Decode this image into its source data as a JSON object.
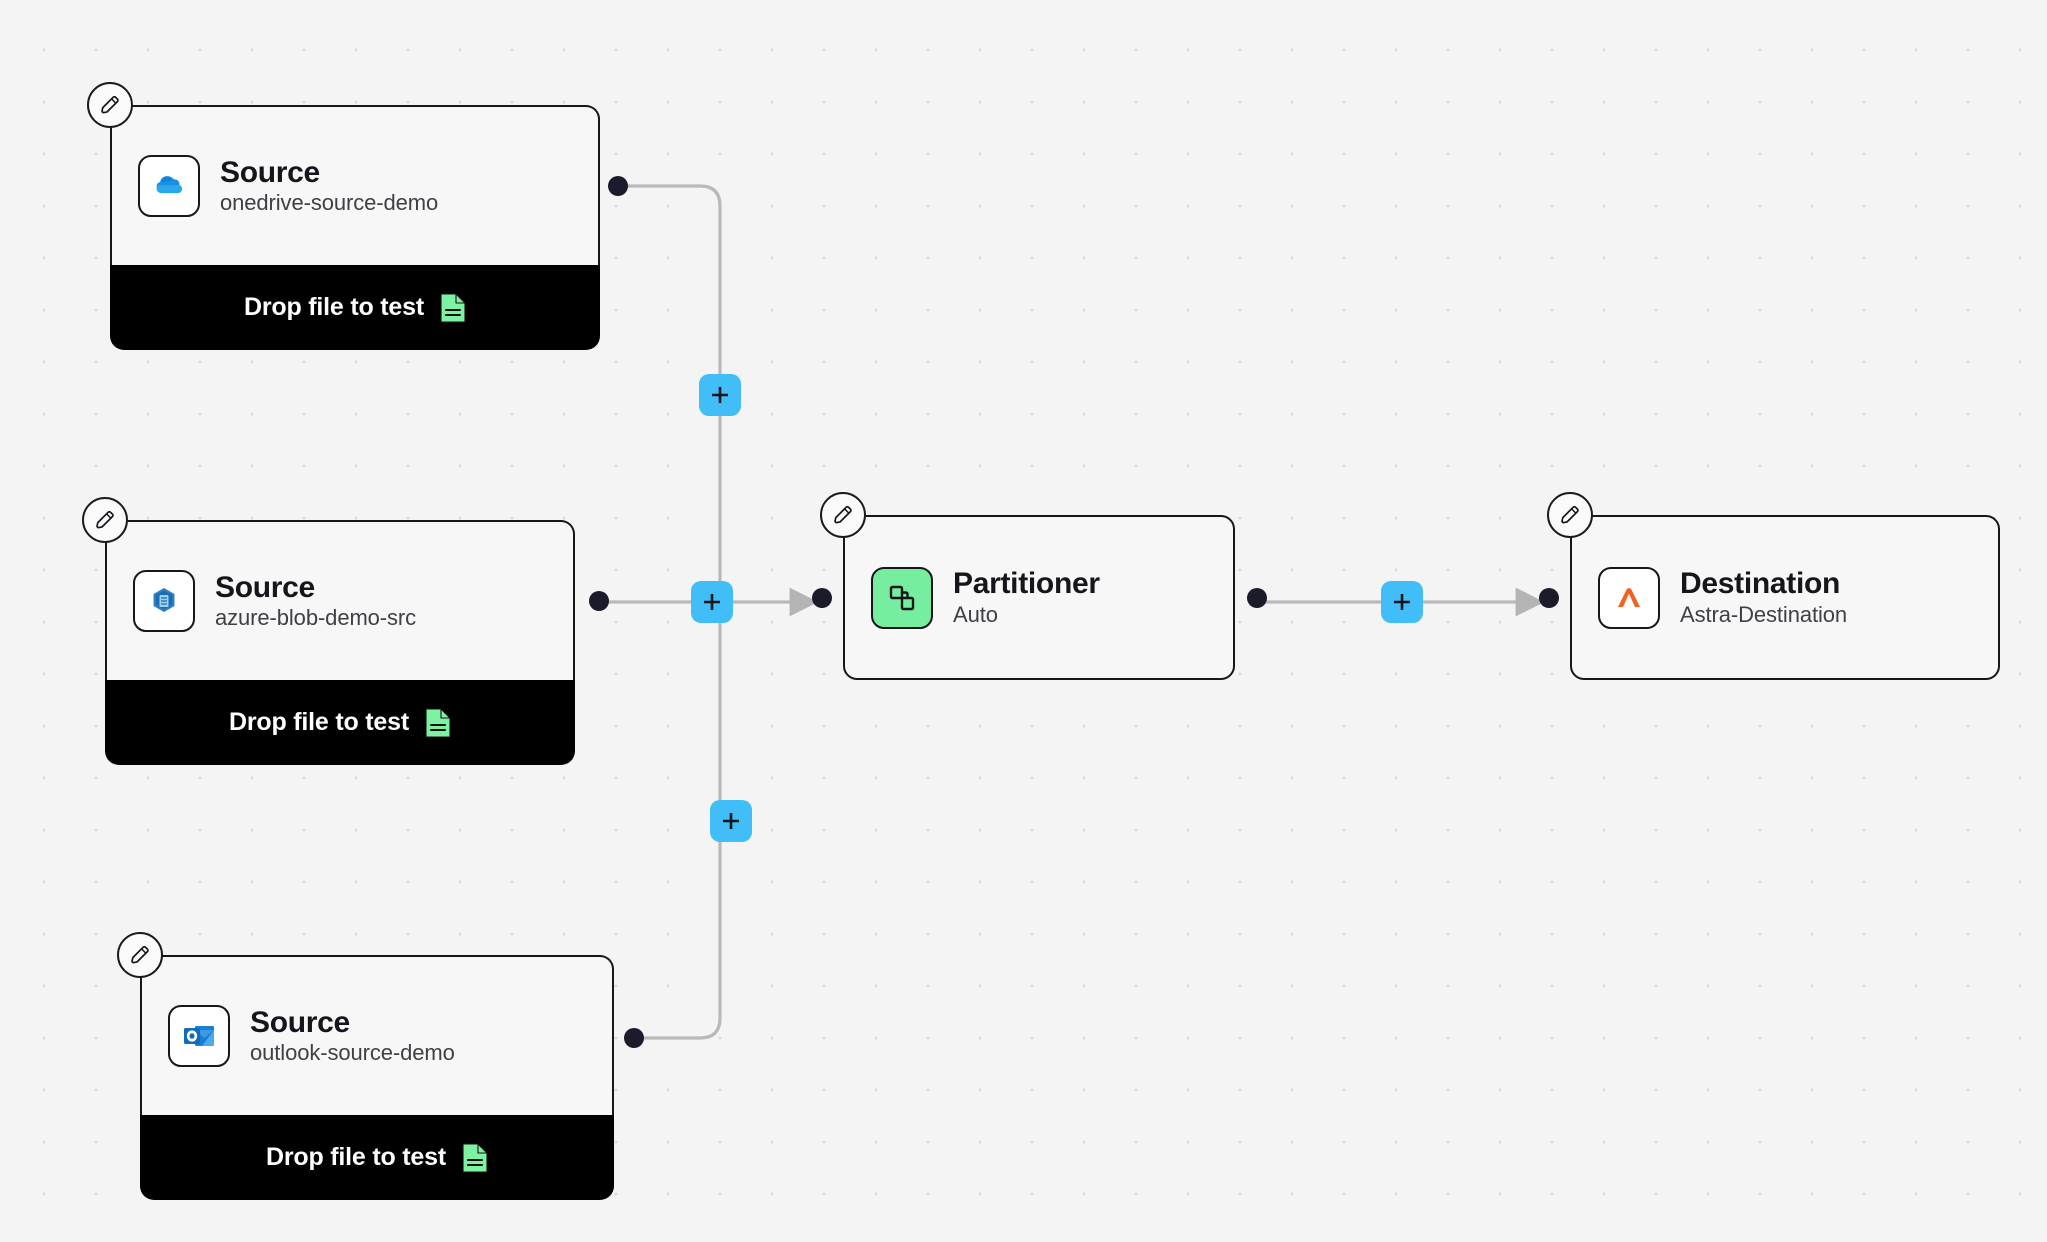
{
  "canvas": {
    "background_color": "#f4f4f4",
    "grid_dot_color": "#dddddd",
    "accent_color": "#41bdf8",
    "node_border_color": "#16161d",
    "footer_background": "#000000",
    "handle_color": "#1b1b2b",
    "edge_color": "#b9b9b9",
    "partitioner_icon_color": "#77eda0",
    "astra_icon_color": "#ef6222",
    "file_icon_color": "#7ef2a3"
  },
  "nodes": [
    {
      "id": "source-onedrive",
      "title": "Source",
      "subtitle": "onedrive-source-demo",
      "icon": "onedrive-icon",
      "footer_label": "Drop file to test",
      "footer_icon": "file-document-icon",
      "edit_badge_icon": "pencil-icon"
    },
    {
      "id": "source-azure-blob",
      "title": "Source",
      "subtitle": "azure-blob-demo-src",
      "icon": "azure-blob-storage-icon",
      "footer_label": "Drop file to test",
      "footer_icon": "file-document-icon",
      "edit_badge_icon": "pencil-icon"
    },
    {
      "id": "source-outlook",
      "title": "Source",
      "subtitle": "outlook-source-demo",
      "icon": "outlook-icon",
      "footer_label": "Drop file to test",
      "footer_icon": "file-document-icon",
      "edit_badge_icon": "pencil-icon"
    },
    {
      "id": "partitioner",
      "title": "Partitioner",
      "subtitle": "Auto",
      "icon": "partitioner-nodes-icon",
      "edit_badge_icon": "pencil-icon"
    },
    {
      "id": "destination-astra",
      "title": "Destination",
      "subtitle": "Astra-Destination",
      "icon": "astra-lambda-icon",
      "edit_badge_icon": "pencil-icon"
    }
  ],
  "edge_buttons": [
    {
      "id": "add-node-top",
      "label": "+"
    },
    {
      "id": "add-node-middle",
      "label": "+"
    },
    {
      "id": "add-node-bottom",
      "label": "+"
    },
    {
      "id": "add-node-partitioner-destination",
      "label": "+"
    }
  ]
}
